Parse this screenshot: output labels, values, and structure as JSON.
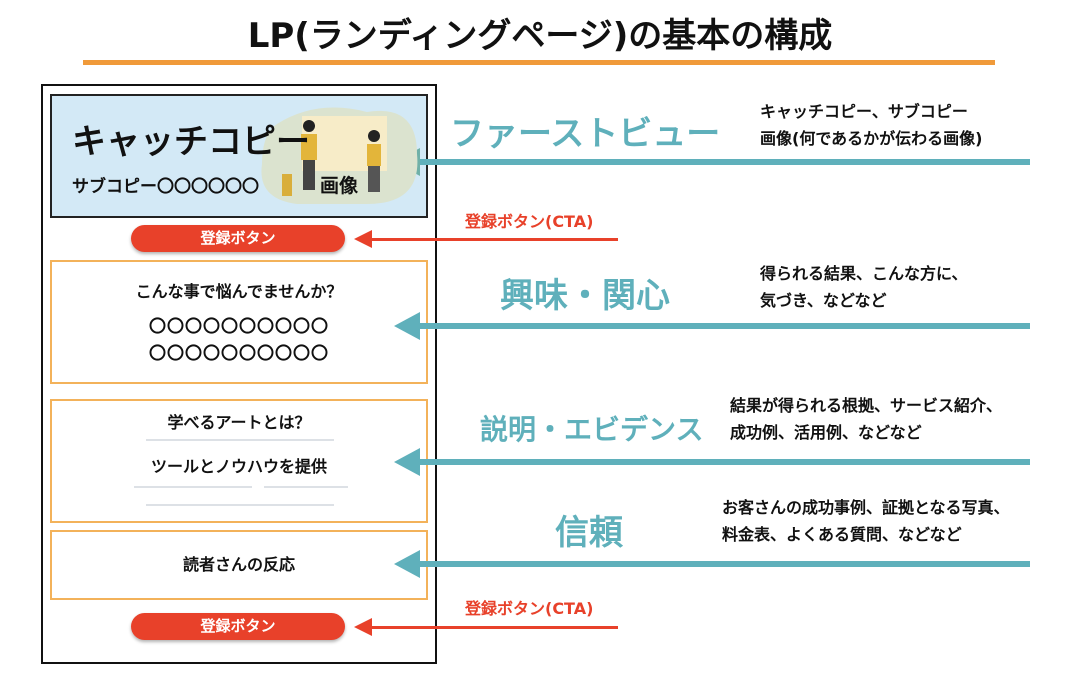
{
  "title": "LP(ランディングページ)の基本の構成",
  "mockup": {
    "catch_copy": "キャッチコピー",
    "sub_copy": "サブコピー〇〇〇〇〇〇",
    "image_label": "画像",
    "cta_button": "登録ボタン",
    "worry_heading": "こんな事で悩んでませんか？",
    "worry_line1": "〇〇〇〇〇〇〇〇〇〇",
    "worry_line2": "〇〇〇〇〇〇〇〇〇〇",
    "about_heading": "学べるアートとは？",
    "about_text": "ツールとノウハウを提供",
    "reviews": "読者さんの反応",
    "cta_button2": "登録ボタン"
  },
  "sections": [
    {
      "label": "ファーストビュー",
      "desc": [
        "キャッチコピー、サブコピー",
        "画像(何であるかが伝わる画像)"
      ]
    },
    {
      "label": "興味・関心",
      "desc": [
        "得られる結果、こんな方に、",
        "気づき、などなど"
      ]
    },
    {
      "label": "説明・エビデンス",
      "desc": [
        "結果が得られる根拠、サービス紹介、",
        "成功例、活用例、などなど"
      ]
    },
    {
      "label": "信頼",
      "desc": [
        "お客さんの成功事例、証拠となる写真、",
        "料金表、よくある質問、などなど"
      ]
    }
  ],
  "cta_labels": [
    "登録ボタン(CTA)",
    "登録ボタン(CTA)"
  ],
  "colors": {
    "accent": "#5fb0bb",
    "cta": "#e8412a",
    "underline": "#f09a3a"
  }
}
